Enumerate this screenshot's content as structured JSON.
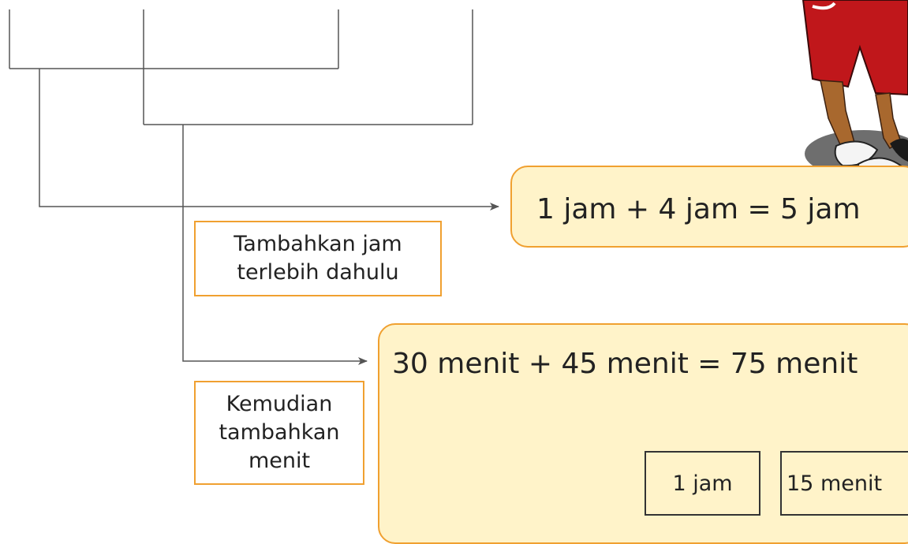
{
  "hours_step": {
    "equation": "1 jam + 4 jam = 5 jam",
    "note_lines": [
      "Tambahkan jam",
      "terlebih dahulu"
    ]
  },
  "minutes_step": {
    "equation": "30 menit + 45 menit = 75 menit",
    "note_lines": [
      "Kemudian",
      "tambahkan",
      "menit"
    ],
    "split": [
      "1 jam",
      "15 menit"
    ]
  },
  "illustration": "student-in-red-school-uniform",
  "colors": {
    "box_fill": "#fff3c9",
    "box_border": "#f0a030",
    "line": "#555555"
  }
}
